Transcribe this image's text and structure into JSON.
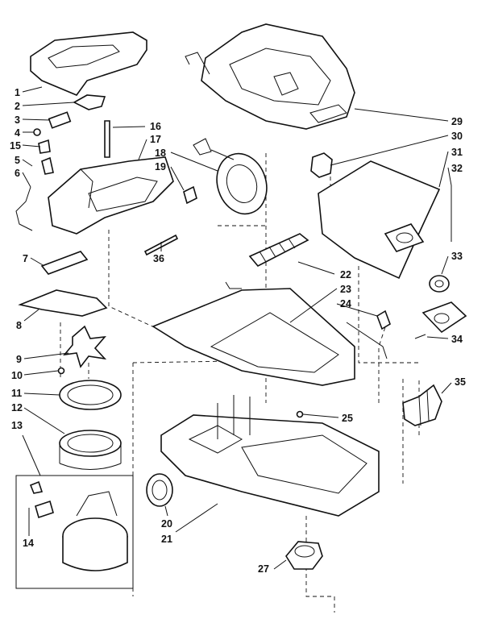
{
  "callouts": [
    {
      "id": "c1",
      "text": "1"
    },
    {
      "id": "c2",
      "text": "2"
    },
    {
      "id": "c3",
      "text": "3"
    },
    {
      "id": "c4",
      "text": "4"
    },
    {
      "id": "c15",
      "text": "15"
    },
    {
      "id": "c5",
      "text": "5"
    },
    {
      "id": "c6",
      "text": "6"
    },
    {
      "id": "c7",
      "text": "7"
    },
    {
      "id": "c8",
      "text": "8"
    },
    {
      "id": "c9",
      "text": "9"
    },
    {
      "id": "c10",
      "text": "10"
    },
    {
      "id": "c11",
      "text": "11"
    },
    {
      "id": "c12",
      "text": "12"
    },
    {
      "id": "c13",
      "text": "13"
    },
    {
      "id": "c14",
      "text": "14"
    },
    {
      "id": "c16",
      "text": "16"
    },
    {
      "id": "c17",
      "text": "17"
    },
    {
      "id": "c18",
      "text": "18"
    },
    {
      "id": "c19",
      "text": "19"
    },
    {
      "id": "c36",
      "text": "36"
    },
    {
      "id": "c20",
      "text": "20"
    },
    {
      "id": "c21",
      "text": "21"
    },
    {
      "id": "c22",
      "text": "22"
    },
    {
      "id": "c23",
      "text": "23"
    },
    {
      "id": "c24",
      "text": "24"
    },
    {
      "id": "c25",
      "text": "25"
    },
    {
      "id": "c27",
      "text": "27"
    },
    {
      "id": "c29",
      "text": "29"
    },
    {
      "id": "c30",
      "text": "30"
    },
    {
      "id": "c31",
      "text": "31"
    },
    {
      "id": "c32",
      "text": "32"
    },
    {
      "id": "c33",
      "text": "33"
    },
    {
      "id": "c34",
      "text": "34"
    },
    {
      "id": "c35",
      "text": "35"
    }
  ]
}
